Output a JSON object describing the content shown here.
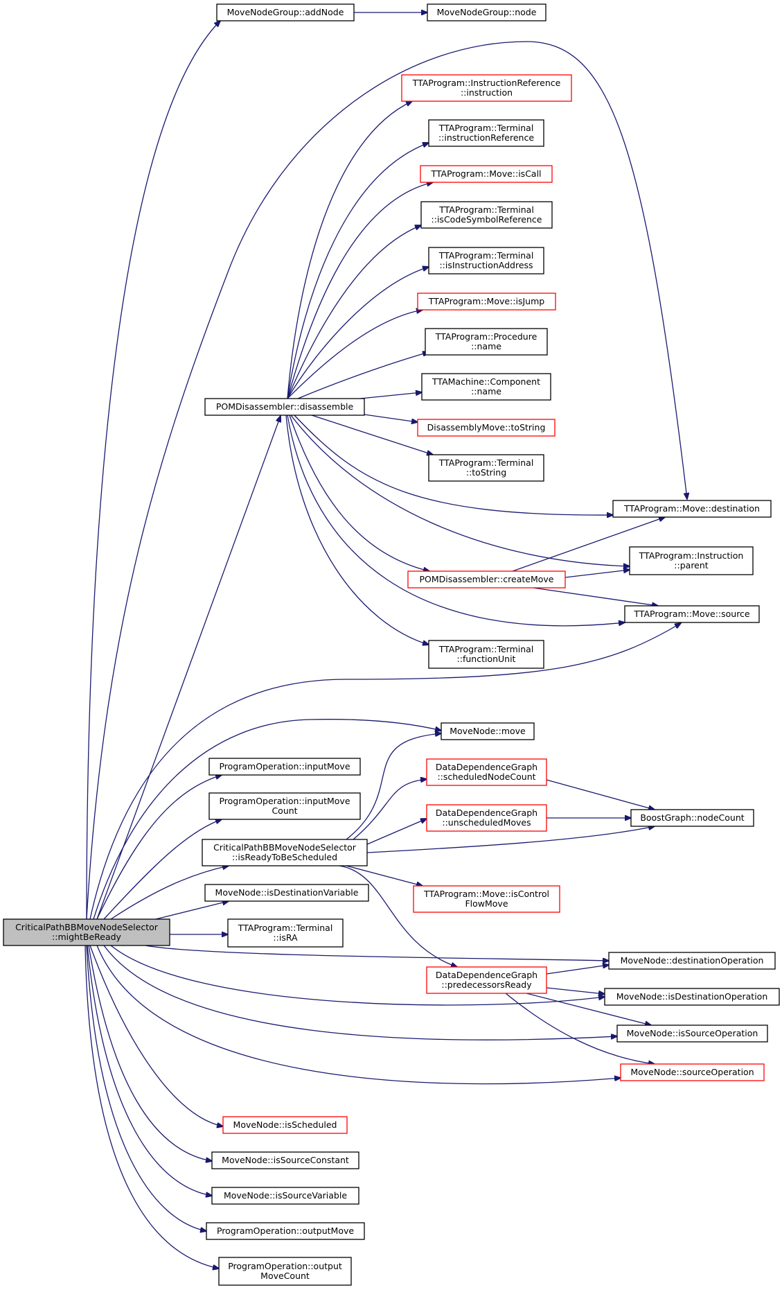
{
  "diagram": {
    "type": "call-graph",
    "edge_color": "#191970",
    "root_fill": "#bfbfbf",
    "external_border": "#ff0000",
    "nodes": [
      {
        "id": "root",
        "lines": [
          "CriticalPathBBMoveNodeSelector",
          "::mightBeReady"
        ],
        "style": "root"
      },
      {
        "id": "addNode",
        "lines": [
          "MoveNodeGroup::addNode"
        ],
        "style": "normal"
      },
      {
        "id": "node",
        "lines": [
          "MoveNodeGroup::node"
        ],
        "style": "normal"
      },
      {
        "id": "disassemble",
        "lines": [
          "POMDisassembler::disassemble"
        ],
        "style": "normal"
      },
      {
        "id": "instruction",
        "lines": [
          "TTAProgram::InstructionReference",
          "::instruction"
        ],
        "style": "red"
      },
      {
        "id": "instructionReference",
        "lines": [
          "TTAProgram::Terminal",
          "::instructionReference"
        ],
        "style": "normal"
      },
      {
        "id": "isCall",
        "lines": [
          "TTAProgram::Move::isCall"
        ],
        "style": "red"
      },
      {
        "id": "isCodeSymbolReference",
        "lines": [
          "TTAProgram::Terminal",
          "::isCodeSymbolReference"
        ],
        "style": "normal"
      },
      {
        "id": "isInstructionAddress",
        "lines": [
          "TTAProgram::Terminal",
          "::isInstructionAddress"
        ],
        "style": "normal"
      },
      {
        "id": "isJump",
        "lines": [
          "TTAProgram::Move::isJump"
        ],
        "style": "red"
      },
      {
        "id": "procName",
        "lines": [
          "TTAProgram::Procedure",
          "::name"
        ],
        "style": "normal"
      },
      {
        "id": "compName",
        "lines": [
          "TTAMachine::Component",
          "::name"
        ],
        "style": "normal"
      },
      {
        "id": "dmToString",
        "lines": [
          "DisassemblyMove::toString"
        ],
        "style": "red"
      },
      {
        "id": "termToString",
        "lines": [
          "TTAProgram::Terminal",
          "::toString"
        ],
        "style": "normal"
      },
      {
        "id": "destination",
        "lines": [
          "TTAProgram::Move::destination"
        ],
        "style": "normal"
      },
      {
        "id": "parent",
        "lines": [
          "TTAProgram::Instruction",
          "::parent"
        ],
        "style": "normal"
      },
      {
        "id": "createMove",
        "lines": [
          "POMDisassembler::createMove"
        ],
        "style": "red"
      },
      {
        "id": "source",
        "lines": [
          "TTAProgram::Move::source"
        ],
        "style": "normal"
      },
      {
        "id": "functionUnit",
        "lines": [
          "TTAProgram::Terminal",
          "::functionUnit"
        ],
        "style": "normal"
      },
      {
        "id": "move",
        "lines": [
          "MoveNode::move"
        ],
        "style": "normal"
      },
      {
        "id": "inputMove",
        "lines": [
          "ProgramOperation::inputMove"
        ],
        "style": "normal"
      },
      {
        "id": "scheduledNodeCount",
        "lines": [
          "DataDependenceGraph",
          "::scheduledNodeCount"
        ],
        "style": "red"
      },
      {
        "id": "inputMoveCount",
        "lines": [
          "ProgramOperation::inputMove",
          "Count"
        ],
        "style": "normal"
      },
      {
        "id": "unscheduledMoves",
        "lines": [
          "DataDependenceGraph",
          "::unscheduledMoves"
        ],
        "style": "red"
      },
      {
        "id": "nodeCount",
        "lines": [
          "BoostGraph::nodeCount"
        ],
        "style": "normal"
      },
      {
        "id": "isReadyToBeScheduled",
        "lines": [
          "CriticalPathBBMoveNodeSelector",
          "::isReadyToBeScheduled"
        ],
        "style": "normal"
      },
      {
        "id": "isDestinationVariable",
        "lines": [
          "MoveNode::isDestinationVariable"
        ],
        "style": "normal"
      },
      {
        "id": "isControlFlowMove",
        "lines": [
          "TTAProgram::Move::isControl",
          "FlowMove"
        ],
        "style": "red"
      },
      {
        "id": "isRA",
        "lines": [
          "TTAProgram::Terminal",
          "::isRA"
        ],
        "style": "normal"
      },
      {
        "id": "destinationOperation",
        "lines": [
          "MoveNode::destinationOperation"
        ],
        "style": "normal"
      },
      {
        "id": "predecessorsReady",
        "lines": [
          "DataDependenceGraph",
          "::predecessorsReady"
        ],
        "style": "red"
      },
      {
        "id": "isDestinationOperation",
        "lines": [
          "MoveNode::isDestinationOperation"
        ],
        "style": "normal"
      },
      {
        "id": "isSourceOperation",
        "lines": [
          "MoveNode::isSourceOperation"
        ],
        "style": "normal"
      },
      {
        "id": "sourceOperation",
        "lines": [
          "MoveNode::sourceOperation"
        ],
        "style": "red"
      },
      {
        "id": "isScheduled",
        "lines": [
          "MoveNode::isScheduled"
        ],
        "style": "red"
      },
      {
        "id": "isSourceConstant",
        "lines": [
          "MoveNode::isSourceConstant"
        ],
        "style": "normal"
      },
      {
        "id": "isSourceVariable",
        "lines": [
          "MoveNode::isSourceVariable"
        ],
        "style": "normal"
      },
      {
        "id": "outputMove",
        "lines": [
          "ProgramOperation::outputMove"
        ],
        "style": "normal"
      },
      {
        "id": "outputMoveCount",
        "lines": [
          "ProgramOperation::output",
          "MoveCount"
        ],
        "style": "normal"
      }
    ],
    "edges": [
      [
        "root",
        "addNode"
      ],
      [
        "addNode",
        "node"
      ],
      [
        "root",
        "destination"
      ],
      [
        "root",
        "disassemble"
      ],
      [
        "root",
        "source"
      ],
      [
        "disassemble",
        "instruction"
      ],
      [
        "disassemble",
        "instructionReference"
      ],
      [
        "disassemble",
        "isCall"
      ],
      [
        "disassemble",
        "isCodeSymbolReference"
      ],
      [
        "disassemble",
        "isInstructionAddress"
      ],
      [
        "disassemble",
        "isJump"
      ],
      [
        "disassemble",
        "procName"
      ],
      [
        "disassemble",
        "compName"
      ],
      [
        "disassemble",
        "dmToString"
      ],
      [
        "disassemble",
        "termToString"
      ],
      [
        "disassemble",
        "destination"
      ],
      [
        "disassemble",
        "parent"
      ],
      [
        "disassemble",
        "createMove"
      ],
      [
        "disassemble",
        "source"
      ],
      [
        "disassemble",
        "functionUnit"
      ],
      [
        "createMove",
        "destination"
      ],
      [
        "createMove",
        "parent"
      ],
      [
        "createMove",
        "source"
      ],
      [
        "root",
        "move"
      ],
      [
        "root",
        "inputMove"
      ],
      [
        "root",
        "inputMoveCount"
      ],
      [
        "root",
        "isReadyToBeScheduled"
      ],
      [
        "root",
        "isDestinationVariable"
      ],
      [
        "root",
        "isRA"
      ],
      [
        "root",
        "destinationOperation"
      ],
      [
        "root",
        "isDestinationOperation"
      ],
      [
        "root",
        "isSourceOperation"
      ],
      [
        "root",
        "sourceOperation"
      ],
      [
        "root",
        "isScheduled"
      ],
      [
        "root",
        "isSourceConstant"
      ],
      [
        "root",
        "isSourceVariable"
      ],
      [
        "root",
        "outputMove"
      ],
      [
        "root",
        "outputMoveCount"
      ],
      [
        "isReadyToBeScheduled",
        "move"
      ],
      [
        "isReadyToBeScheduled",
        "scheduledNodeCount"
      ],
      [
        "isReadyToBeScheduled",
        "unscheduledMoves"
      ],
      [
        "isReadyToBeScheduled",
        "nodeCount"
      ],
      [
        "isReadyToBeScheduled",
        "isControlFlowMove"
      ],
      [
        "isReadyToBeScheduled",
        "predecessorsReady"
      ],
      [
        "scheduledNodeCount",
        "nodeCount"
      ],
      [
        "unscheduledMoves",
        "nodeCount"
      ],
      [
        "predecessorsReady",
        "destinationOperation"
      ],
      [
        "predecessorsReady",
        "isDestinationOperation"
      ],
      [
        "predecessorsReady",
        "isSourceOperation"
      ],
      [
        "predecessorsReady",
        "sourceOperation"
      ]
    ]
  }
}
